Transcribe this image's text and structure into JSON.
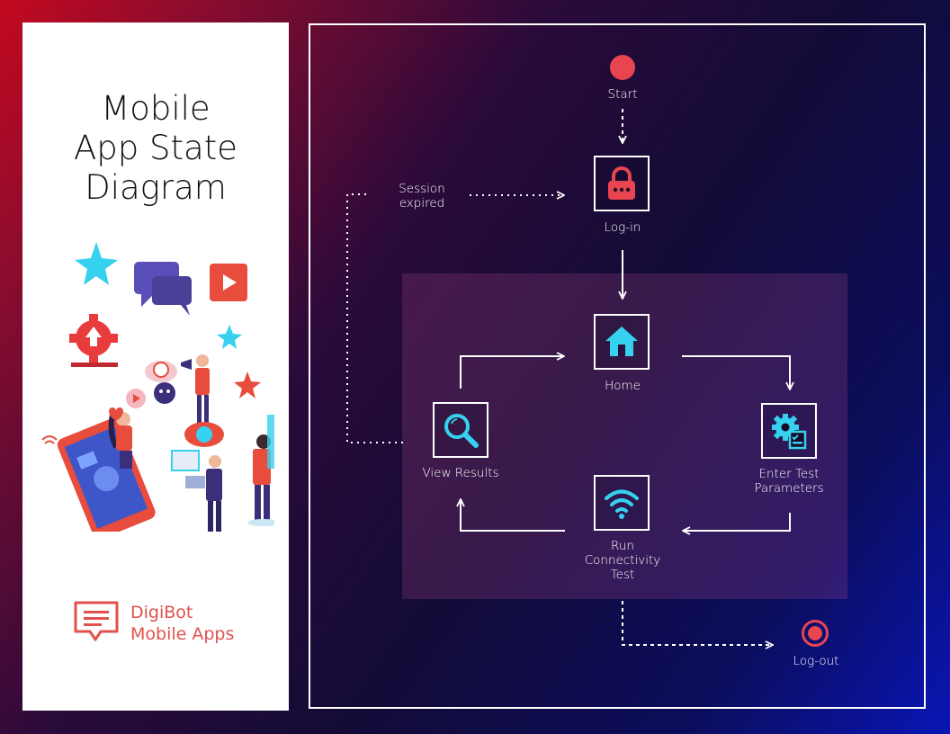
{
  "sidebar": {
    "title": "Mobile\nApp State\nDiagram",
    "brand": "DigiBot\nMobile Apps"
  },
  "diagram": {
    "start": "Start",
    "login": "Log-in",
    "session_expired": "Session\nexpired",
    "home": "Home",
    "enter_test": "Enter Test\nParameters",
    "run_test": "Run\nConnectivity\nTest",
    "view_results": "View Results",
    "logout": "Log-out"
  },
  "colors": {
    "accent_red": "#e84550",
    "icon_cyan": "#35d1ef",
    "frame": "#ffffff"
  },
  "icons": [
    "lock-icon",
    "house-icon",
    "gear-checklist-icon",
    "wifi-icon",
    "magnifier-icon",
    "chat-logo-icon"
  ]
}
